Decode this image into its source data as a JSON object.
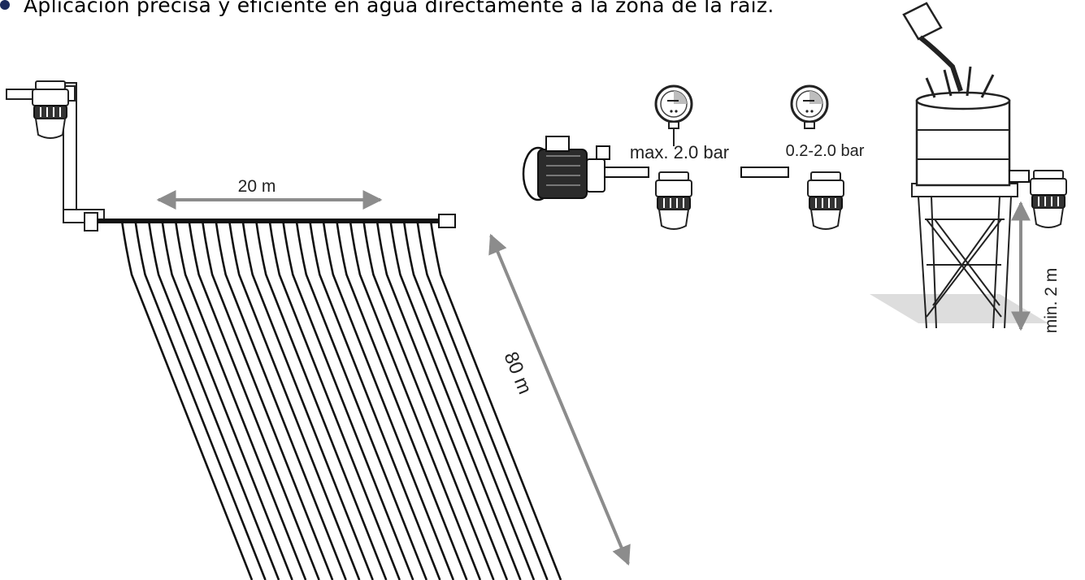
{
  "header": {
    "bullet_text": "Aplicación precisa y eficiente en agua directamente a la zona de la raíz."
  },
  "diagram": {
    "header_length_label": "20 m",
    "lateral_length_label": "80 m",
    "pump_setup": {
      "pressure_label": "max. 2.0 bar"
    },
    "mains_setup": {
      "pressure_label": "0.2-2.0 bar"
    },
    "tank_setup": {
      "height_label": "min. 2 m"
    },
    "lateral_line_count": 24,
    "colors": {
      "line": "#111111",
      "arrow": "#8c8c8c",
      "bullet": "#1b2a5c",
      "shadow": "#d9d9d9"
    }
  }
}
